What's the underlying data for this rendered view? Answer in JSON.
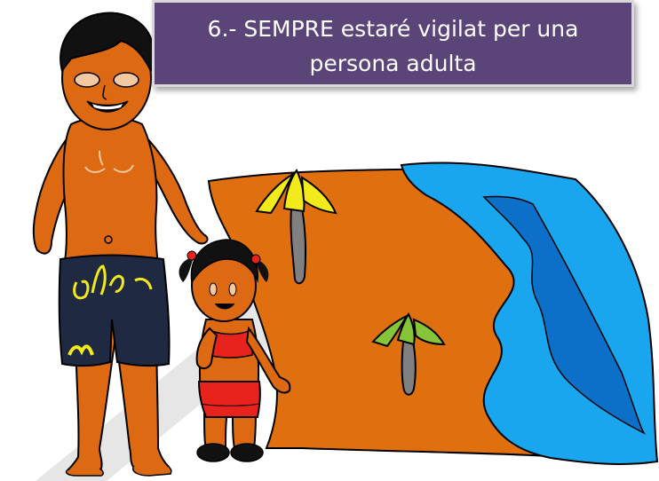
{
  "slide": {
    "title": "6.- SEMPRE estaré vigilat per una persona adulta"
  },
  "colors": {
    "title_bg": "#5b4478",
    "title_text": "#ffffff",
    "skin": "#dd6a12",
    "sand": "#e0700f",
    "sea_light": "#19a6ef",
    "sea_dark": "#0c6fc8",
    "shorts": "#1f2a42",
    "girl_swimsuit": "#e8231e",
    "umbrella_yellow": "#f3ea1c",
    "umbrella_green": "#86c53a",
    "umbrella_pole": "#808080"
  },
  "icons": {
    "adult": "adult-man-illustration",
    "child": "child-girl-illustration",
    "beach": "beach-sand-illustration",
    "sea": "sea-waves-illustration",
    "umbrella_1": "yellow-umbrella-icon",
    "umbrella_2": "green-umbrella-icon"
  }
}
